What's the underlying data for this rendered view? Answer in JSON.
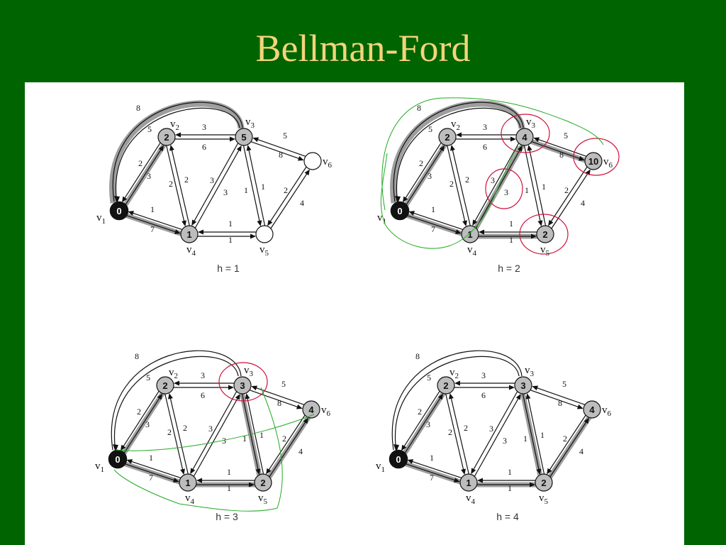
{
  "title": "Bellman-Ford",
  "vertex_labels": {
    "v1": [
      "v",
      "1"
    ],
    "v2": [
      "v",
      "2"
    ],
    "v3": [
      "v",
      "3"
    ],
    "v4": [
      "v",
      "4"
    ],
    "v5": [
      "v",
      "5"
    ],
    "v6": [
      "v",
      "6"
    ]
  },
  "edges": [
    {
      "from": "v2",
      "to": "v3",
      "w": "3"
    },
    {
      "from": "v3",
      "to": "v2",
      "w": "6"
    },
    {
      "from": "v1",
      "to": "v2",
      "w": "2"
    },
    {
      "from": "v2",
      "to": "v1",
      "w": "5"
    },
    {
      "from": "v1",
      "to": "v4",
      "w": "1"
    },
    {
      "from": "v4",
      "to": "v1",
      "w": "7"
    },
    {
      "from": "v3",
      "to": "v1",
      "w": "8"
    },
    {
      "from": "v2",
      "to": "v4",
      "w": "2"
    },
    {
      "from": "v4",
      "to": "v2",
      "w": "2"
    },
    {
      "from": "v4",
      "to": "v3",
      "w": "3"
    },
    {
      "from": "v3",
      "to": "v4",
      "w": "3"
    },
    {
      "from": "v4",
      "to": "v5",
      "w": "1"
    },
    {
      "from": "v5",
      "to": "v4",
      "w": "1"
    },
    {
      "from": "v3",
      "to": "v5",
      "w": "1"
    },
    {
      "from": "v5",
      "to": "v3",
      "w": "1"
    },
    {
      "from": "v3",
      "to": "v6",
      "w": "5"
    },
    {
      "from": "v6",
      "to": "v3",
      "w": "8"
    },
    {
      "from": "v5",
      "to": "v6",
      "w": "2"
    },
    {
      "from": "v6",
      "to": "v5",
      "w": "4"
    },
    {
      "from": "v1",
      "to": "v2",
      "w": "3"
    }
  ],
  "panels": [
    {
      "caption": "h = 1",
      "distances": {
        "v1": "0",
        "v2": "2",
        "v3": "5",
        "v4": "1",
        "v5": "",
        "v6": ""
      },
      "highlighted_edges": [
        "v1-v2",
        "v1-v4",
        "v1-v3"
      ],
      "red_circles": [],
      "green_outline": false
    },
    {
      "caption": "h = 2",
      "distances": {
        "v1": "0",
        "v2": "2",
        "v3": "4",
        "v4": "1",
        "v5": "2",
        "v6": "10"
      },
      "highlighted_edges": [
        "v1-v2",
        "v1-v4",
        "v1-v3",
        "v4-v3",
        "v4-v5",
        "v3-v6"
      ],
      "red_circles": [
        "v3",
        "v6",
        "v5",
        "w43"
      ],
      "green_outline": true
    },
    {
      "caption": "h = 3",
      "distances": {
        "v1": "0",
        "v2": "2",
        "v3": "3",
        "v4": "1",
        "v5": "2",
        "v6": "4"
      },
      "highlighted_edges": [
        "v1-v2",
        "v1-v4",
        "v3-v5",
        "v4-v5",
        "v5-v6"
      ],
      "red_circles": [
        "v3"
      ],
      "green_outline": true
    },
    {
      "caption": "h = 4",
      "distances": {
        "v1": "0",
        "v2": "2",
        "v3": "3",
        "v4": "1",
        "v5": "2",
        "v6": "4"
      },
      "highlighted_edges": [
        "v1-v2",
        "v1-v4",
        "v3-v5",
        "v4-v5",
        "v5-v6"
      ],
      "red_circles": [],
      "green_outline": false
    }
  ],
  "colors": {
    "background": "#006400",
    "title": "#F3D47A",
    "node_fill": "#BDBDBD",
    "source_fill": "#111111",
    "highlight": "#9E9E9E",
    "red_circle": "#D0103A",
    "green_outline": "#22AA22"
  }
}
